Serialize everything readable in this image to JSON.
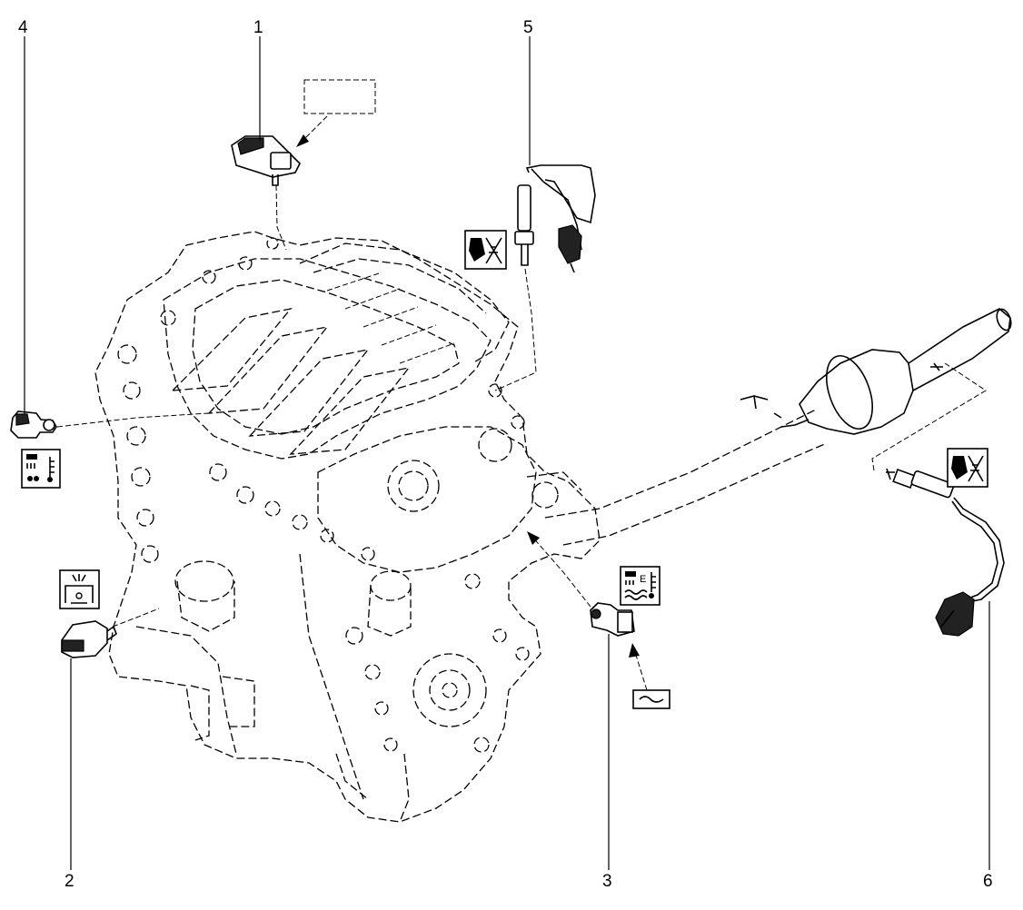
{
  "callouts": [
    {
      "id": "1",
      "label": "1"
    },
    {
      "id": "2",
      "label": "2"
    },
    {
      "id": "3",
      "label": "3"
    },
    {
      "id": "4",
      "label": "4"
    },
    {
      "id": "5",
      "label": "5"
    },
    {
      "id": "6",
      "label": "6"
    }
  ],
  "icons": {
    "component_1_ref": "dashed-reference-box",
    "component_2_ref": "oil-pressure-icon",
    "component_3_ref": "coolant-temperature-icon",
    "component_3_seal": "seal-reference-box",
    "component_4_ref": "temperature-sensor-icon",
    "component_5_ref": "oxygen-sensor-icon",
    "component_6_ref": "oxygen-sensor-icon"
  }
}
